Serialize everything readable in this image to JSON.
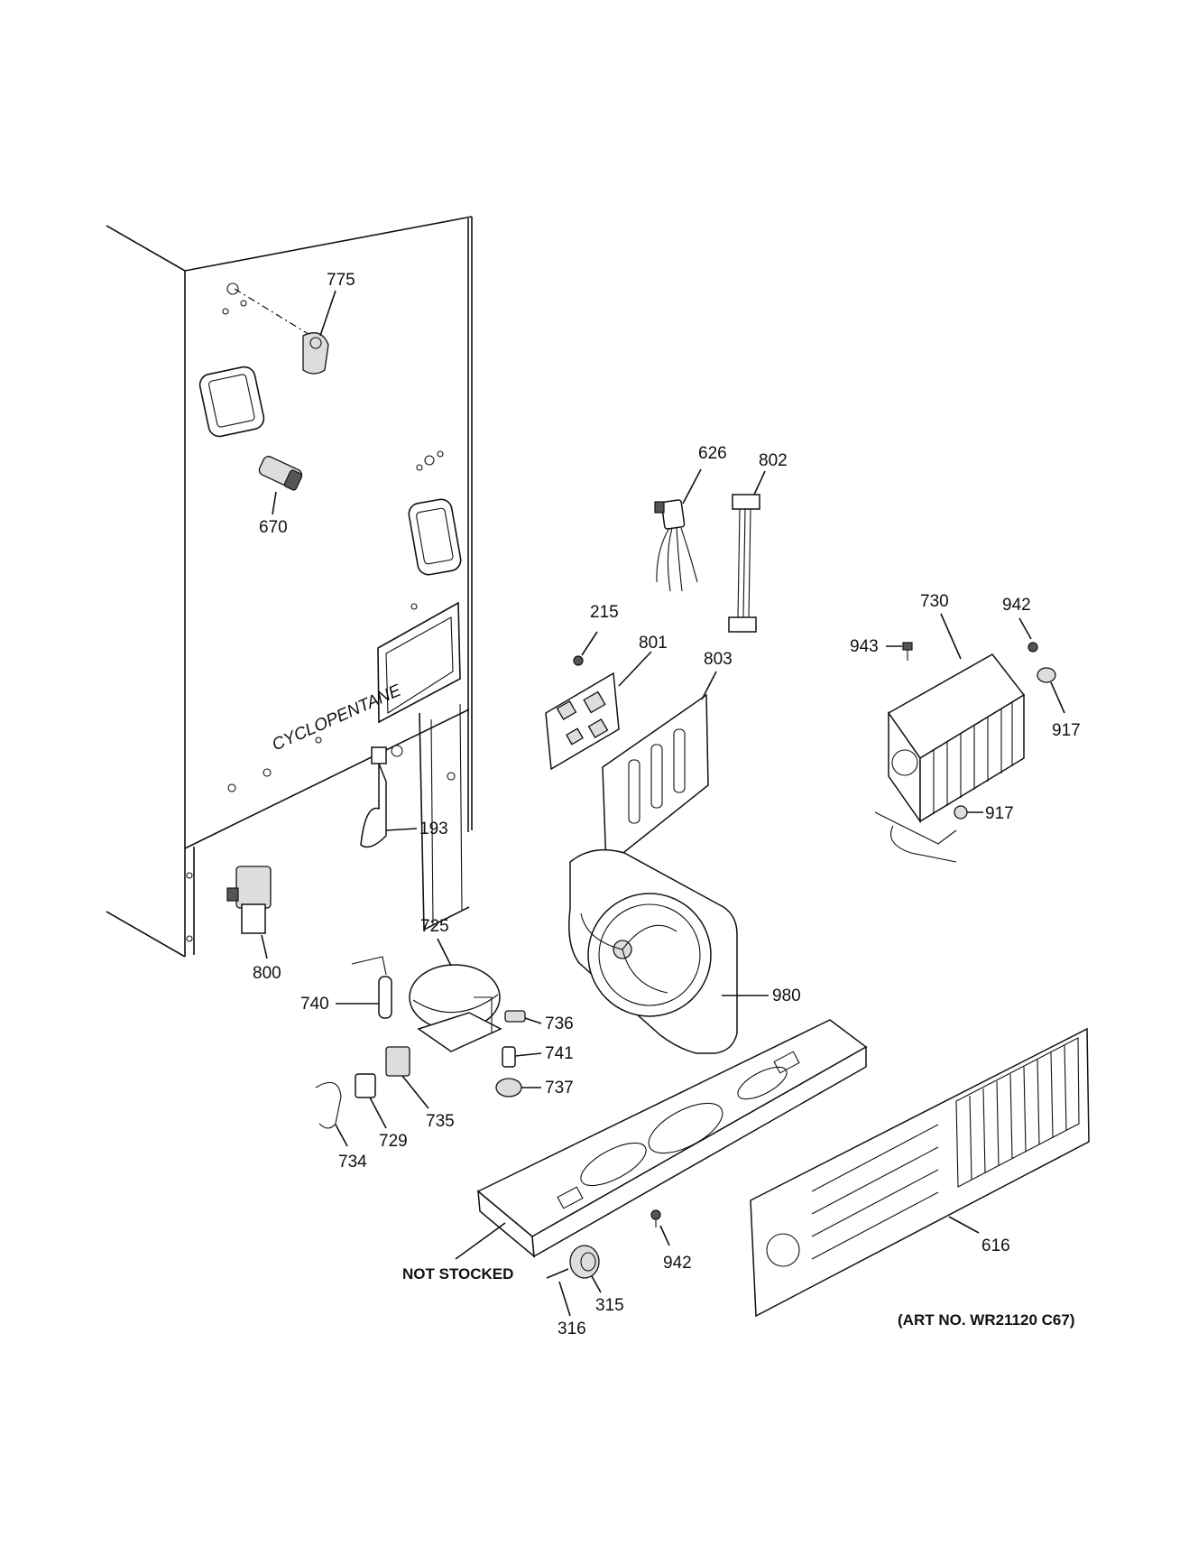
{
  "diagram": {
    "cabinet_text": "CYCLOPENTANE",
    "not_stocked_label": "NOT STOCKED",
    "art_number": "(ART NO. WR21120 C67)",
    "parts": {
      "p775": "775",
      "p670": "670",
      "p626": "626",
      "p802": "802",
      "p215": "215",
      "p801": "801",
      "p803": "803",
      "p730": "730",
      "p942a": "942",
      "p943": "943",
      "p917a": "917",
      "p917b": "917",
      "p193": "193",
      "p800": "800",
      "p725": "725",
      "p740": "740",
      "p736": "736",
      "p741": "741",
      "p737": "737",
      "p735": "735",
      "p729": "729",
      "p734": "734",
      "p980": "980",
      "p942b": "942",
      "p315": "315",
      "p316": "316",
      "p616": "616"
    }
  }
}
